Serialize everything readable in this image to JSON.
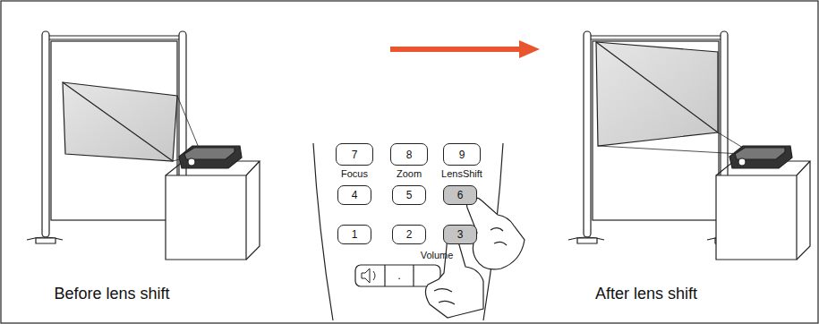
{
  "diagram": {
    "nodes": [
      {
        "text": [
          "7"
        ]
      },
      {
        "text": [
          "8"
        ]
      },
      {
        "text": [
          "9"
        ]
      },
      {
        "text": [
          "4"
        ]
      },
      {
        "text": [
          "5"
        ]
      },
      {
        "text": [
          "6"
        ]
      },
      {
        "text": [
          "1"
        ]
      },
      {
        "text": [
          "2"
        ]
      },
      {
        "text": [
          "3"
        ]
      }
    ],
    "labels": [
      "Before lens shift",
      "Focus",
      "Zoom",
      "LensShift",
      "Volume",
      ".",
      "After lens shift"
    ]
  }
}
